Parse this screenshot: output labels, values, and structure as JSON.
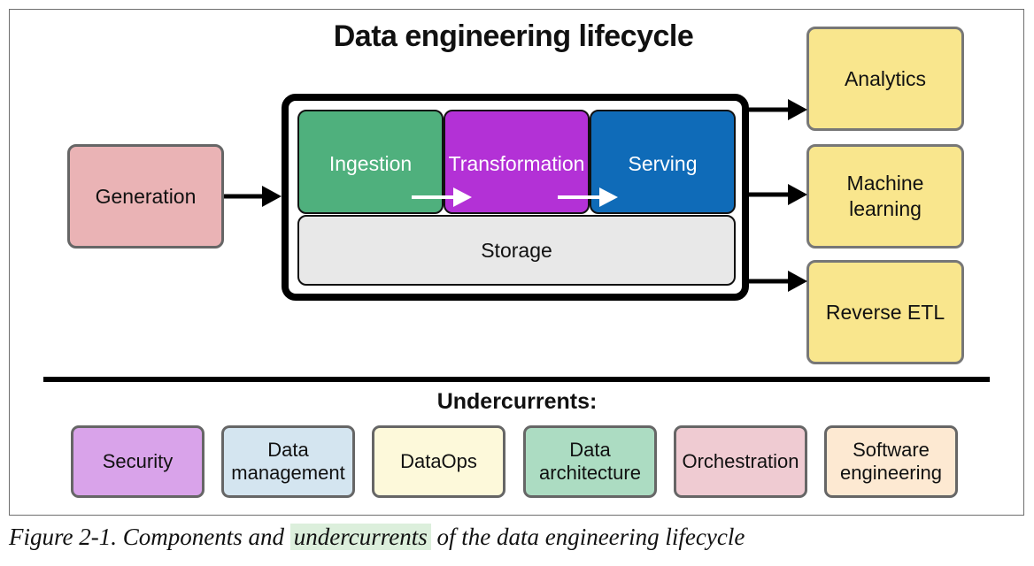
{
  "title": "Data engineering lifecycle",
  "generation": "Generation",
  "stages": {
    "ingestion": "Ingestion",
    "transformation": "Transformation",
    "serving": "Serving"
  },
  "storage": "Storage",
  "outputs": {
    "analytics": "Analytics",
    "ml_line1": "Machine",
    "ml_line2": "learning",
    "reverse_etl": "Reverse ETL"
  },
  "undercurrents_title": "Undercurrents:",
  "undercurrents": {
    "security": "Security",
    "data_mgmt_1": "Data",
    "data_mgmt_2": "management",
    "dataops": "DataOps",
    "data_arch_1": "Data",
    "data_arch_2": "architecture",
    "orchestration": "Orchestration",
    "software_1": "Software",
    "software_2": "engineering"
  },
  "caption": {
    "prefix": "Figure 2-1. Components and ",
    "highlight": "undercurrents",
    "suffix": " of the data engineering lifecycle"
  },
  "colors": {
    "generation": "#eab3b5",
    "ingestion": "#4fb07d",
    "transformation": "#b331d6",
    "serving": "#0f6bb8",
    "storage": "#e8e8e8",
    "outputs": "#f9e68d",
    "security": "#d9a3ea",
    "data_management": "#d4e5f0",
    "dataops": "#fdf9da",
    "data_architecture": "#acdcc2",
    "orchestration": "#efcbd2",
    "software_engineering": "#fde9d2",
    "caption_highlight": "#dcefdc"
  }
}
